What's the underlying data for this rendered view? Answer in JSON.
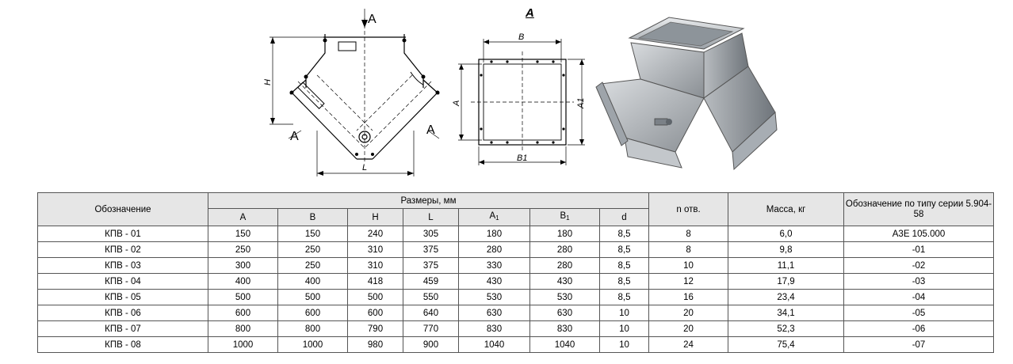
{
  "drawings": {
    "front_labels": {
      "section_mark": "A",
      "height": "H",
      "length": "L",
      "left_mark": "A",
      "right_mark": "A"
    },
    "view_title": "A",
    "side_labels": {
      "b": "B",
      "a": "A",
      "a1": "A1",
      "b1": "B1"
    }
  },
  "table": {
    "headers": {
      "designation": "Обозначение",
      "dimensions_group": "Размеры, мм",
      "holes": "n отв.",
      "mass": "Масса, кг",
      "series_designation": "Обозначение по типу серии 5.904-58"
    },
    "subheaders": {
      "a": "A",
      "b": "B",
      "h": "H",
      "l": "L",
      "a1_base": "A",
      "a1_sub": "1",
      "b1_base": "B",
      "b1_sub": "1",
      "d": "d"
    },
    "rows": [
      [
        "КПВ - 01",
        "150",
        "150",
        "240",
        "305",
        "180",
        "180",
        "8,5",
        "8",
        "6,0",
        "А3Е 105.000"
      ],
      [
        "КПВ - 02",
        "250",
        "250",
        "310",
        "375",
        "280",
        "280",
        "8,5",
        "8",
        "9,8",
        "-01"
      ],
      [
        "КПВ - 03",
        "300",
        "250",
        "310",
        "375",
        "330",
        "280",
        "8,5",
        "10",
        "11,1",
        "-02"
      ],
      [
        "КПВ - 04",
        "400",
        "400",
        "418",
        "459",
        "430",
        "430",
        "8,5",
        "12",
        "17,9",
        "-03"
      ],
      [
        "КПВ - 05",
        "500",
        "500",
        "500",
        "550",
        "530",
        "530",
        "8,5",
        "16",
        "23,4",
        "-04"
      ],
      [
        "КПВ - 06",
        "600",
        "600",
        "600",
        "640",
        "630",
        "630",
        "10",
        "20",
        "34,1",
        "-05"
      ],
      [
        "КПВ - 07",
        "800",
        "800",
        "790",
        "770",
        "830",
        "830",
        "10",
        "20",
        "52,3",
        "-06"
      ],
      [
        "КПВ - 08",
        "1000",
        "1000",
        "980",
        "900",
        "1040",
        "1040",
        "10",
        "24",
        "75,4",
        "-07"
      ]
    ]
  }
}
